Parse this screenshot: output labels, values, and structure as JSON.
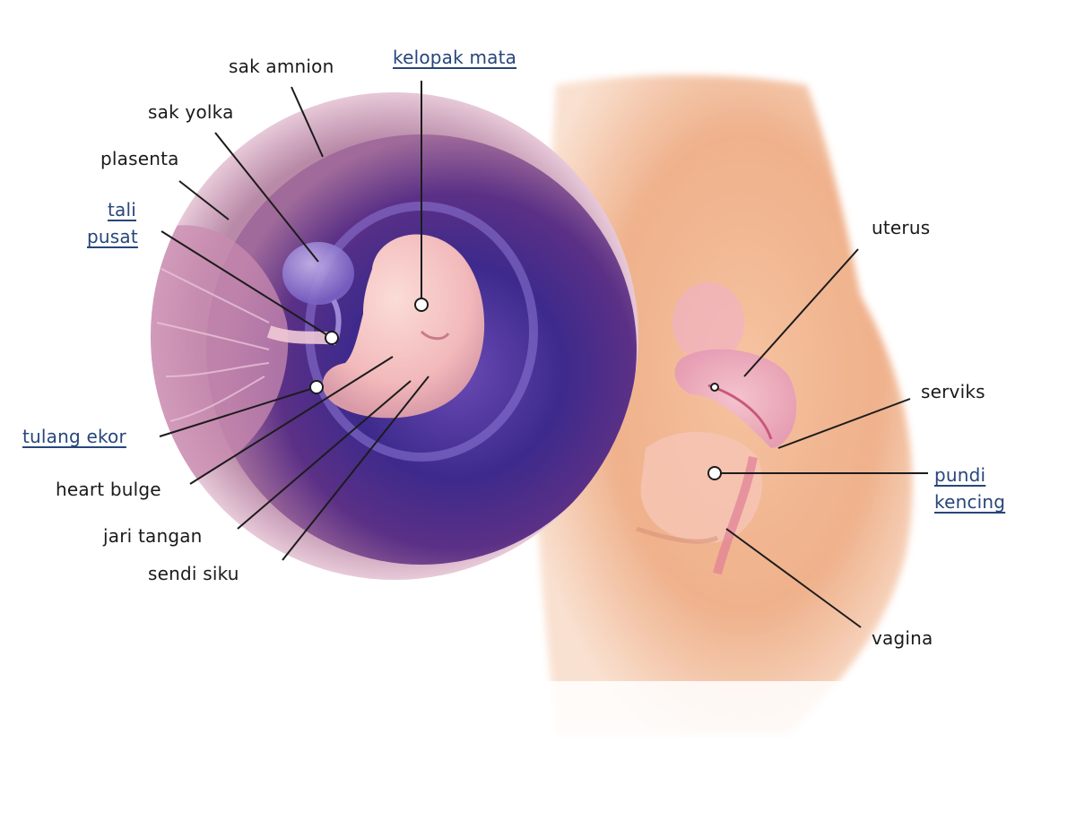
{
  "labels": {
    "sak_amnion": "sak amnion",
    "kelopak_mata": "kelopak mata",
    "sak_yolka": "sak yolka",
    "plasenta": "plasenta",
    "tali": "tali",
    "pusat": "pusat",
    "tulang_ekor": "tulang ekor",
    "heart_bulge": "heart bulge",
    "jari_tangan": "jari tangan",
    "sendi_siku": "sendi siku",
    "uterus": "uterus",
    "serviks": "serviks",
    "pundi": "pundi",
    "kencing": "kencing",
    "vagina": "vagina"
  },
  "colors": {
    "link": "#27467a",
    "label": "#1a1a1a",
    "leader_line": "#1c1c1c",
    "womb_purple": "#3d2a8c",
    "skin": "#f2b48e",
    "embryo": "#f7c7c4"
  }
}
